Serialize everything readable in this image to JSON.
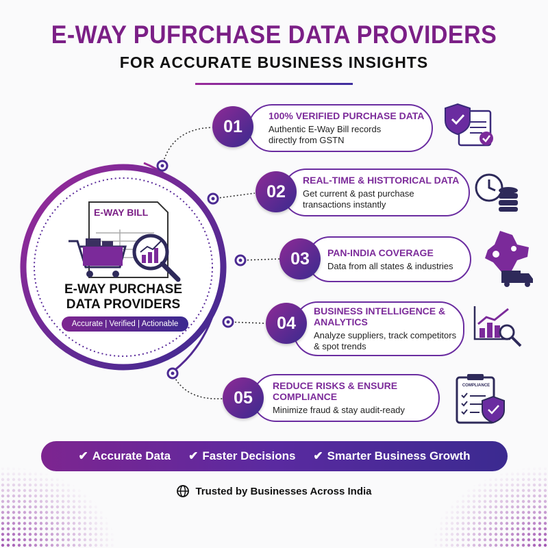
{
  "header": {
    "title": "E-WAY PUFRCHASE DATA PROVIDERS",
    "subtitle": "FOR ACCURATE BUSINESS INSIGHTS"
  },
  "center": {
    "doc_label": "E-WAY BILL",
    "title_line1": "E-WAY PURCHASE",
    "title_line2": "DATA PROVIDERS",
    "tagline": "Accurate | Verified | Actionable"
  },
  "features": [
    {
      "number": "01",
      "title": "100% VERIFIED PURCHASE DATA",
      "desc_line1": "Authentic E-Way Bill records",
      "desc_line2": "directly from GSTN",
      "icon": "shield-document-check-icon"
    },
    {
      "number": "02",
      "title": "REAL-TIME & HISTTORICAL DATA",
      "desc_line1": "Get current & past purchase",
      "desc_line2": "transactions instantly",
      "icon": "clock-database-icon"
    },
    {
      "number": "03",
      "title": "PAN-INDIA COVERAGE",
      "desc_line1": "Data from all states & industries",
      "desc_line2": "",
      "icon": "india-map-truck-icon"
    },
    {
      "number": "04",
      "title_line1": "BUSINESS INTELLIGENCE &",
      "title_line2": "ANALYTICS",
      "desc_line1": "Analyze suppliers, track competitors",
      "desc_line2": "& spot trends",
      "icon": "chart-magnifier-icon"
    },
    {
      "number": "05",
      "title": "REDUCE RISKS & ENSURE COMPLIANCE",
      "desc_line1": "Minimize fraud & stay audit-ready",
      "desc_line2": "",
      "icon": "compliance-clipboard-icon",
      "icon_label": "COMPLIANCE"
    }
  ],
  "benefits": [
    "Accurate Data",
    "Faster Decisions",
    "Smarter Business Growth"
  ],
  "footer": {
    "trusted": "Trusted by Businesses Across India"
  },
  "colors": {
    "primary": "#7b1f86",
    "secondary": "#3b2a90"
  }
}
